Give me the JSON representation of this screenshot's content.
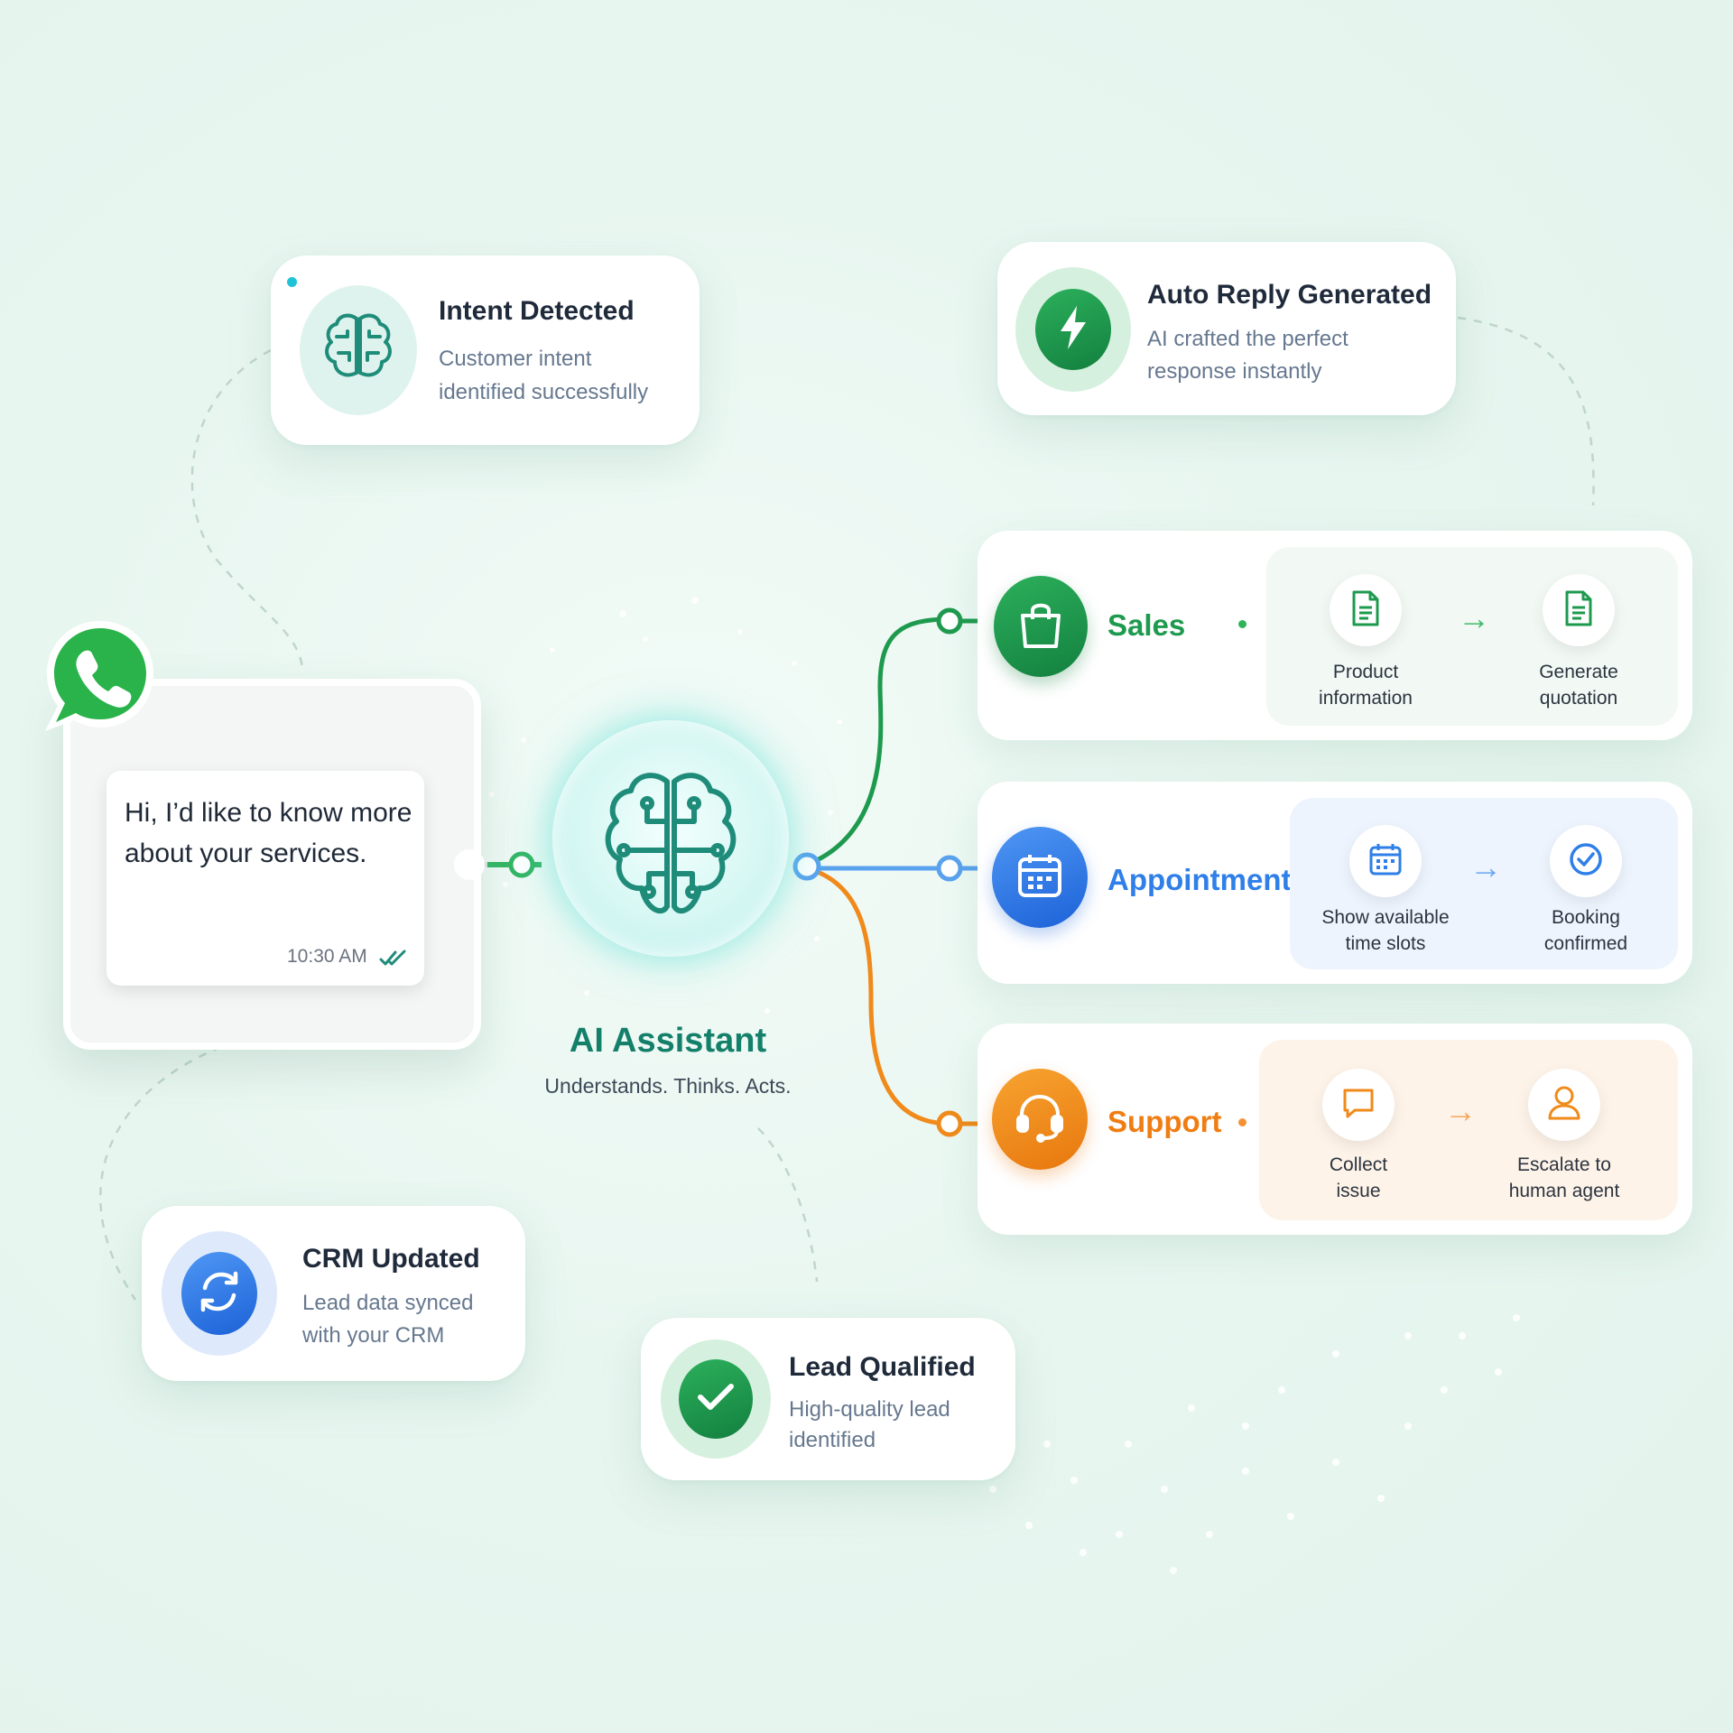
{
  "colors": {
    "green": "#1e9a4e",
    "blue": "#2f7fe8",
    "orange": "#f08a1a",
    "teal": "#14806a"
  },
  "chat": {
    "app_icon": "whatsapp-icon",
    "message": "Hi, I’d like to know more about your services.",
    "time": "10:30 AM",
    "status_icon": "double-check-icon"
  },
  "center": {
    "icon": "brain-circuit-icon",
    "title": "AI Assistant",
    "subtitle": "Understands. Thinks. Acts."
  },
  "events": {
    "intent": {
      "icon": "brain-icon",
      "title": "Intent Detected",
      "line1": "Customer intent",
      "line2": "identified successfully"
    },
    "auto_reply": {
      "icon": "lightning-icon",
      "title": "Auto Reply Generated",
      "line1": "AI crafted the perfect",
      "line2": "response instantly"
    },
    "crm": {
      "icon": "sync-icon",
      "title": "CRM Updated",
      "line1": "Lead data synced",
      "line2": "with your CRM"
    },
    "lead": {
      "icon": "check-icon",
      "title": "Lead Qualified",
      "line1": "High-quality lead",
      "line2": "identified"
    }
  },
  "branches": {
    "sales": {
      "icon": "shopping-bag-icon",
      "label": "Sales",
      "steps": [
        {
          "icon": "document-icon",
          "line1": "Product",
          "line2": "information"
        },
        {
          "icon": "document-icon",
          "line1": "Generate",
          "line2": "quotation"
        }
      ]
    },
    "appointment": {
      "icon": "calendar-icon",
      "label": "Appointment",
      "steps": [
        {
          "icon": "calendar-icon",
          "line1": "Show available",
          "line2": "time slots"
        },
        {
          "icon": "check-circle-icon",
          "line1": "Booking",
          "line2": "confirmed"
        }
      ]
    },
    "support": {
      "icon": "headset-icon",
      "label": "Support",
      "steps": [
        {
          "icon": "chat-bubble-icon",
          "line1": "Collect",
          "line2": "issue"
        },
        {
          "icon": "user-icon",
          "line1": "Escalate to",
          "line2": "human agent"
        }
      ]
    }
  }
}
